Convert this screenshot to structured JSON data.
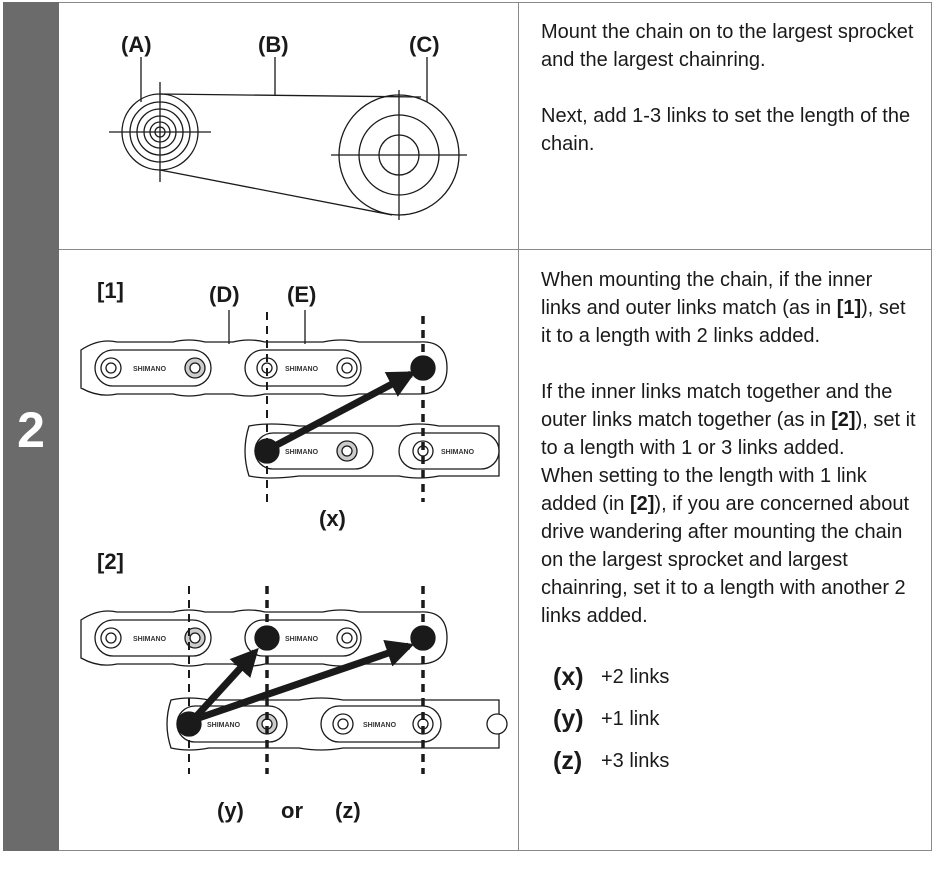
{
  "step": {
    "number": "2"
  },
  "top": {
    "labels": {
      "a": "(A)",
      "b": "(B)",
      "c": "(C)"
    },
    "text": [
      "Mount the chain on to the largest sprocket and the largest chainring.",
      "Next, add 1-3 links to set the length of the chain."
    ]
  },
  "bottom": {
    "labels": {
      "fig1": "[1]",
      "fig2": "[2]",
      "d": "(D)",
      "e": "(E)",
      "x": "(x)",
      "y": "(y)",
      "or": "or",
      "z": "(z)"
    },
    "chain_brand": "SHIMANO",
    "text": {
      "p1_a": "When mounting the chain, if the inner links and outer links match (as in ",
      "p1_ref": "[1]",
      "p1_b": "), set it to a length with 2 links added.",
      "p2_a": "If the inner links match together and the outer links match together (as in ",
      "p2_ref": "[2]",
      "p2_b": "), set it to a length with 1 or 3 links added.",
      "p3_a": "When setting to the length with 1 link added (in ",
      "p3_ref": "[2]",
      "p3_b": "), if you are concerned about drive wandering after mounting the chain on the largest sprocket and largest chainring, set it to a length with another 2 links added."
    },
    "legend": [
      {
        "key": "(x)",
        "value": "+2 links"
      },
      {
        "key": "(y)",
        "value": "+1 link"
      },
      {
        "key": "(z)",
        "value": "+3 links"
      }
    ]
  }
}
